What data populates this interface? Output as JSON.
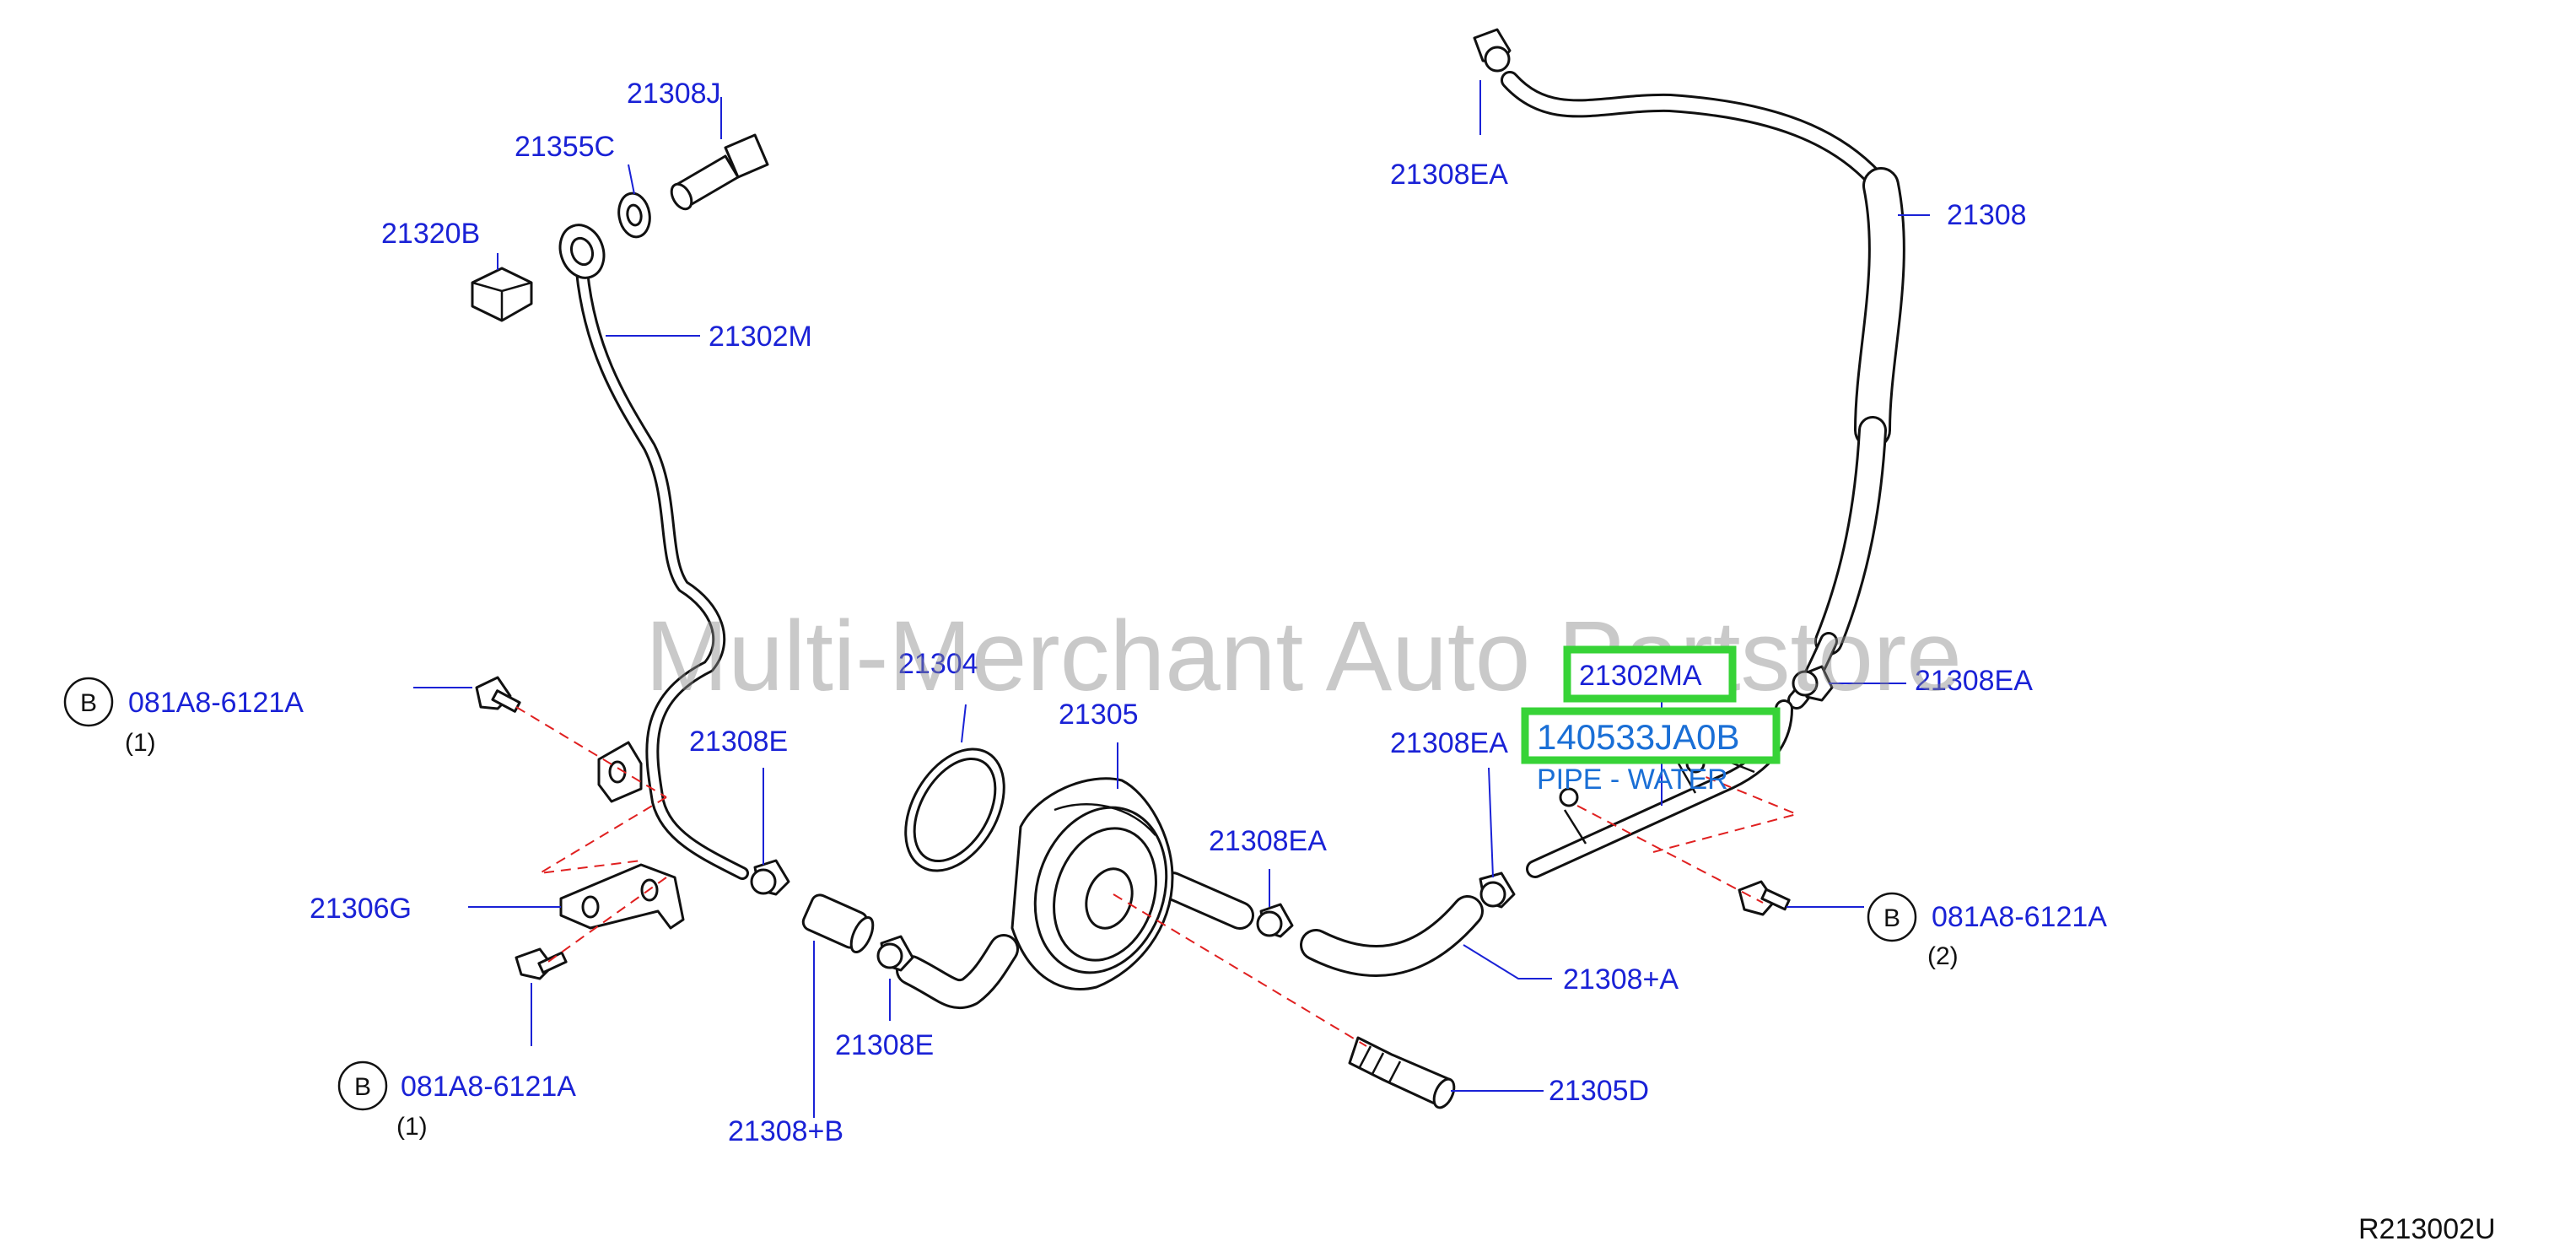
{
  "diagram_code": "R213002U",
  "watermark": "Multi-Merchant Auto Partstore",
  "parts": {
    "p21308J": "21308J",
    "p21355C": "21355C",
    "p21320B": "21320B",
    "p21302M": "21302M",
    "p21308EA_top": "21308EA",
    "p21308": "21308",
    "p21308EA_right": "21308EA",
    "p21302MA": "21302MA",
    "p21304": "21304",
    "p21305": "21305",
    "p21308EA_mid": "21308EA",
    "p21308EA_center": "21308EA",
    "p21308E_upper": "21308E",
    "p21306G": "21306G",
    "p21308E_lower": "21308E",
    "p21308_B": "21308+B",
    "p21308_A": "21308+A",
    "p21305D": "21305D"
  },
  "bolts": [
    {
      "circle": "B",
      "part": "081A8-6121A",
      "qty": "(1)"
    },
    {
      "circle": "B",
      "part": "081A8-6121A",
      "qty": "(1)"
    },
    {
      "circle": "B",
      "part": "081A8-6121A",
      "qty": "(2)"
    }
  ],
  "highlight": {
    "part_number": "140533JA0B",
    "description": "PIPE - WATER"
  },
  "colors": {
    "label_blue": "#1a22d6",
    "highlight_green": "#37d337",
    "highlight_text": "#1a6fd6",
    "dash_red": "#e02020"
  }
}
